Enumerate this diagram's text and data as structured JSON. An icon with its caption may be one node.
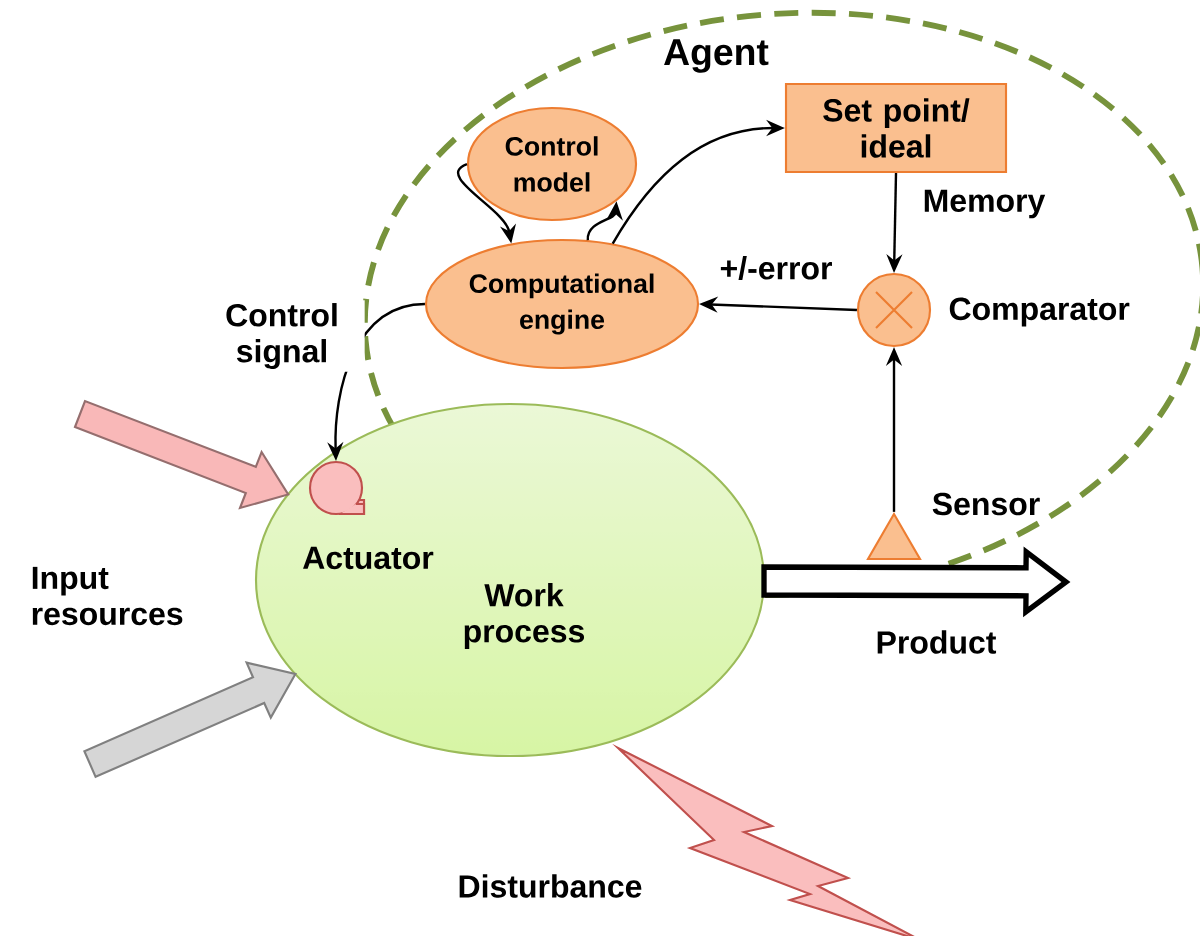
{
  "diagram": {
    "nodes": [
      {
        "text": [
          "Agent"
        ]
      },
      {
        "text": [
          "Control model"
        ],
        "in": 0
      },
      {
        "text": [
          "Computational engine"
        ],
        "in": 0
      },
      {
        "text": [
          "Set point/ ideal"
        ],
        "beside": [
          "Memory"
        ],
        "in": 0
      },
      {
        "text": [
          "Comparator"
        ],
        "in": 0
      },
      {
        "text": [
          "Work process"
        ]
      },
      {
        "text": [
          "Actuator"
        ],
        "in": 5
      },
      {
        "text": [
          "Sensor"
        ],
        "in": 0
      }
    ],
    "edges": [
      {
        "from": 1,
        "to": 2,
        "arrow": "to"
      },
      {
        "from": 2,
        "to": 1,
        "arrow": "to"
      },
      {
        "from": 2,
        "to": 3,
        "arrow": "to"
      },
      {
        "from": 3,
        "to": 4,
        "arrow": "to"
      },
      {
        "from": 4,
        "to": 2,
        "arrow": "to",
        "label": "+/-error"
      },
      {
        "from": 7,
        "to": 4,
        "arrow": "to"
      },
      {
        "from": 2,
        "to": 6,
        "arrow": "to",
        "label": "Control signal"
      },
      {
        "from": null,
        "to": 5,
        "arrow": "to",
        "style": "thick",
        "color": "#f9b8b8"
      },
      {
        "from": null,
        "to": 5,
        "arrow": "to",
        "style": "thick",
        "color": "#d6d6d6"
      },
      {
        "from": 5,
        "to": null,
        "arrow": "to",
        "style": "thick",
        "color": "#ffffff",
        "label": "Product"
      }
    ],
    "labels": [
      "Input resources",
      "Disturbance"
    ]
  }
}
